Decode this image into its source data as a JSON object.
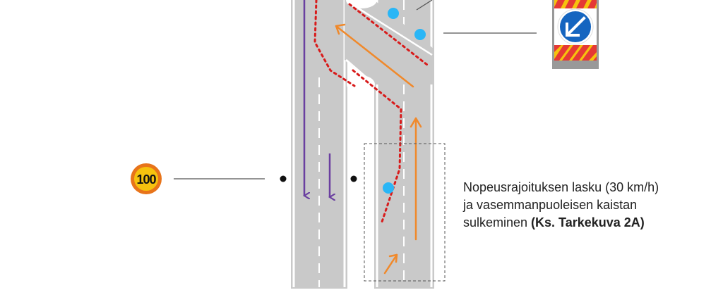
{
  "annotation": {
    "line1": "Nopeusrajoituksen lasku (30 km/h)",
    "line2": "ja vasemmanpuoleisen kaistan",
    "line3_prefix": "sulkeminen ",
    "line3_ref": "(Ks. Tarkekuva 2A)"
  },
  "speed_sign": {
    "value": "100",
    "ring_color": "#e8741a",
    "fill_color": "#f6c20e"
  },
  "keep_left_sign": {
    "icon": "arrow-down-left-icon",
    "stripe_colors": [
      "#e53935",
      "#f6c20e"
    ],
    "disc_color": "#1565c0"
  },
  "colors": {
    "road": "#c9c9c9",
    "closure_line": "#d81b1b",
    "traffic_arrow": "#f0892b",
    "through_arrow": "#6a3fa0",
    "cone": "#29b6f6",
    "leader": "#555555"
  }
}
